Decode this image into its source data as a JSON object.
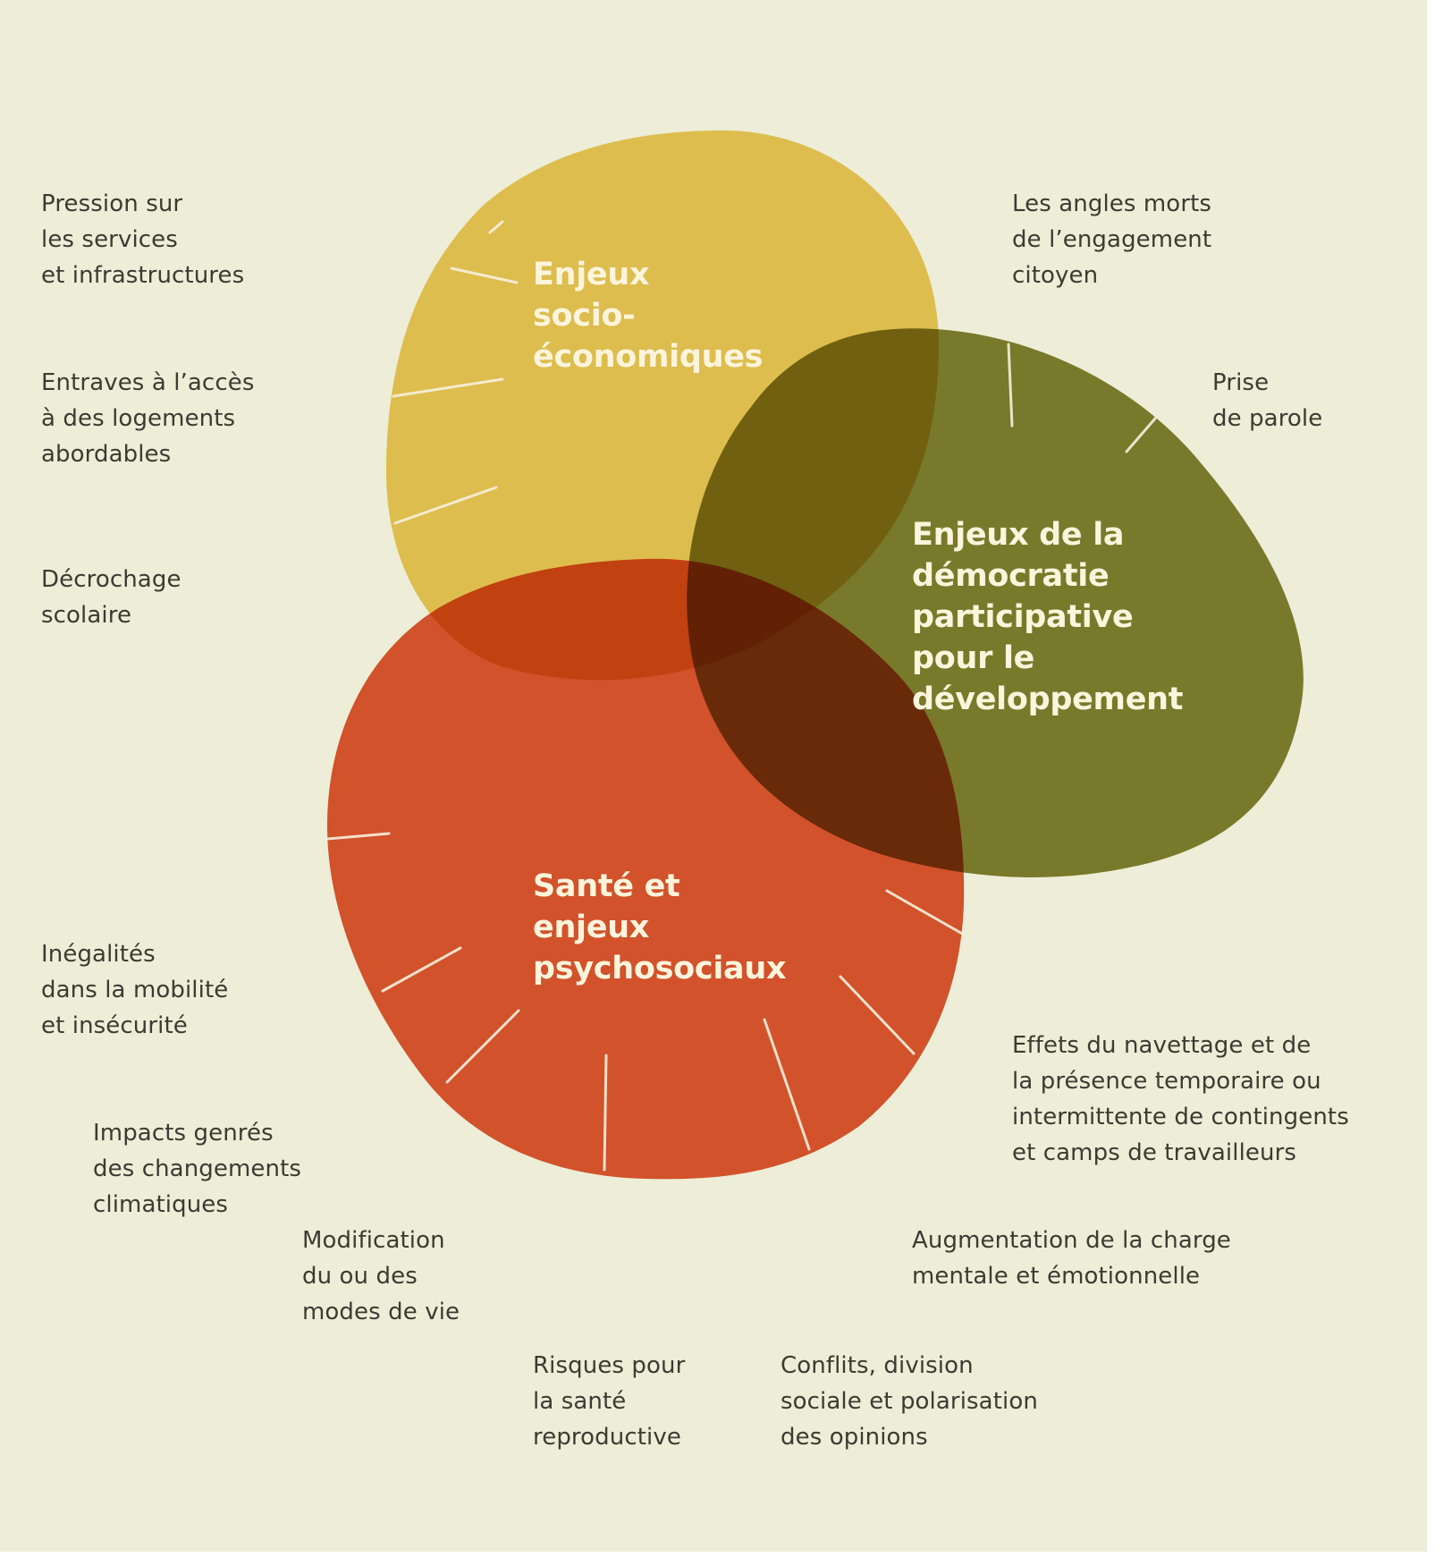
{
  "colors": {
    "background": "#eeedd7",
    "socio_economique": "#ecc84e",
    "democratie": "#6f7117",
    "sante": "#dc4117",
    "title_text": "#fdf4dc",
    "label_text": "#3b3b33"
  },
  "circles": {
    "socio": {
      "title": "Enjeux\nsocio-\néconomiques"
    },
    "democratie": {
      "title": "Enjeux de la\ndémocratie\nparticipative\npour le\ndéveloppement"
    },
    "sante": {
      "title": "Santé et\nenjeux\npsychosociaux"
    }
  },
  "impacts": {
    "pression": "Pression sur\nles services\net infrastructures",
    "entraves": "Entraves à l’accès\nà des logements\nabordables",
    "decrochage": "Décrochage\nscolaire",
    "angles": "Les angles morts\nde l’engagement\ncitoyen",
    "prise": "Prise\nde parole",
    "inegalites": "Inégalités\ndans la mobilité\net insécurité",
    "impacts_genres": "Impacts genrés\ndes changements\nclimatiques",
    "modification": "Modification\ndu ou des\nmodes de vie",
    "risques": "Risques pour\nla santé\nreproductive",
    "conflits": "Conflits, division\nsociale et polarisation\ndes opinions",
    "augmentation": "Augmentation de la charge\nmentale et émotionnelle",
    "effets": "Effets du navettage et de\nla présence temporaire ou\nintermittente de contingents\net camps de travailleurs"
  }
}
